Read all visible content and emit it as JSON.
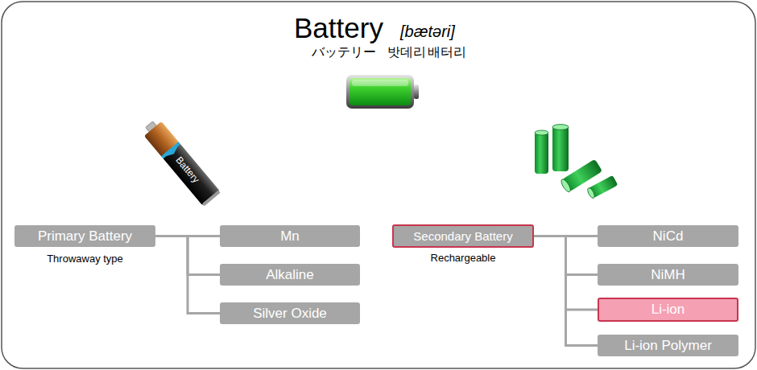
{
  "diagram": {
    "title": "Battery",
    "nodes": [
      {
        "text": [
          "Primary Battery",
          "Throwaway type"
        ]
      },
      {
        "text": [
          "Mn"
        ]
      },
      {
        "text": [
          "Alkaline"
        ]
      },
      {
        "text": [
          "Silver Oxide"
        ]
      },
      {
        "text": [
          "Secondary Battery",
          "Rechargeable"
        ]
      },
      {
        "text": [
          "NiCd"
        ]
      },
      {
        "text": [
          "NiMH"
        ]
      },
      {
        "text": [
          "Li-ion"
        ]
      },
      {
        "text": [
          "Li-ion Polymer"
        ]
      }
    ],
    "edges": [
      {
        "from": 0,
        "to": 1,
        "arrow": "none"
      },
      {
        "from": 0,
        "to": 2,
        "arrow": "none"
      },
      {
        "from": 0,
        "to": 3,
        "arrow": "none"
      },
      {
        "from": 4,
        "to": 5,
        "arrow": "none"
      },
      {
        "from": 4,
        "to": 6,
        "arrow": "none"
      },
      {
        "from": 4,
        "to": 7,
        "arrow": "none"
      },
      {
        "from": 4,
        "to": 8,
        "arrow": "none"
      }
    ],
    "labels": [
      "[bætəri]",
      "バッテリー",
      "밧데리",
      "배터리",
      "Battery"
    ]
  }
}
